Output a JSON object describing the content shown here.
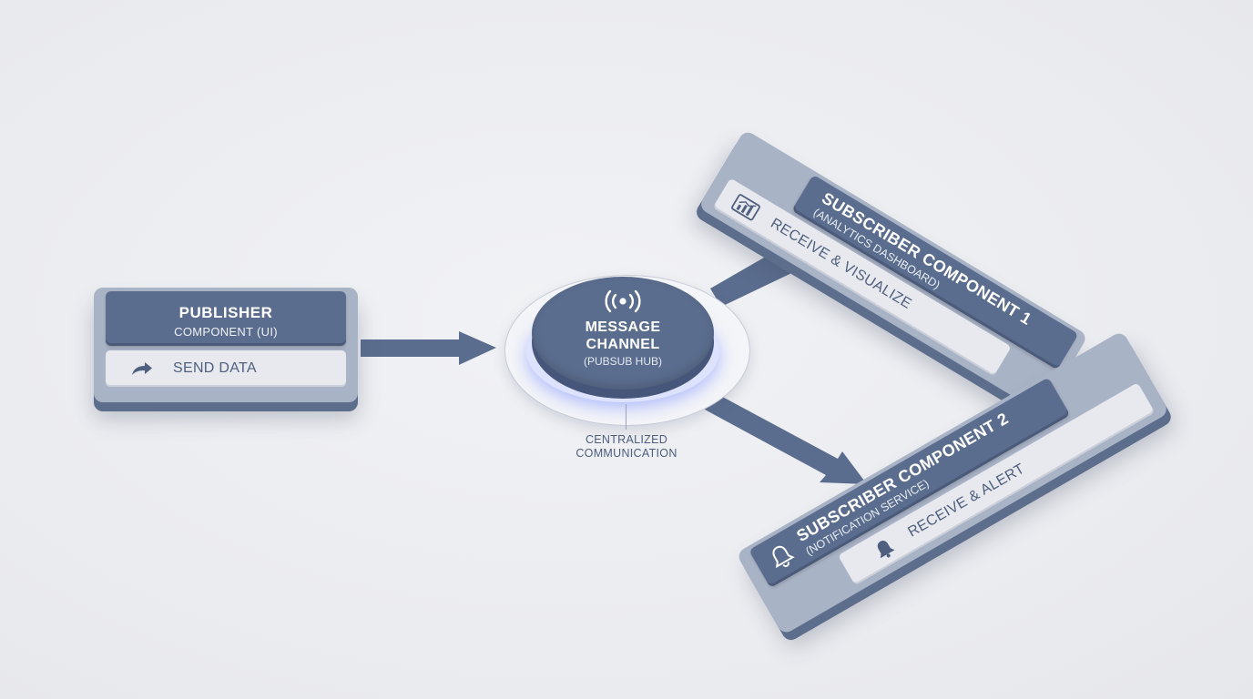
{
  "publisher": {
    "title": "PUBLISHER",
    "subtitle": "COMPONENT (UI)",
    "action_label": "SEND DATA",
    "action_icon": "forward-arrow-icon"
  },
  "hub": {
    "icon": "broadcast-icon",
    "title_line1": "MESSAGE",
    "title_line2": "CHANNEL",
    "subtitle": "(PUBSUB HUB)",
    "caption_line1": "CENTRALIZED",
    "caption_line2": "COMMUNICATION"
  },
  "subscriber1": {
    "title": "SUBSCRIBER COMPONENT 1",
    "subtitle": "(ANALYTICS DASHBOARD)",
    "action_label": "RECEIVE & VISUALIZE",
    "action_icon": "chart-icon"
  },
  "subscriber2": {
    "title": "SUBSCRIBER COMPONENT 2",
    "subtitle": "(NOTIFICATION SERVICE)",
    "header_icon": "bell-icon",
    "action_label": "RECEIVE & ALERT",
    "action_icon": "bell-icon"
  },
  "colors": {
    "accent": "#5b6d8e",
    "tile_base": "#a9b3c6",
    "action_bg": "#e7e9ee",
    "text_dark": "#4f5f7f",
    "hub_glow": "#dde3ff"
  }
}
